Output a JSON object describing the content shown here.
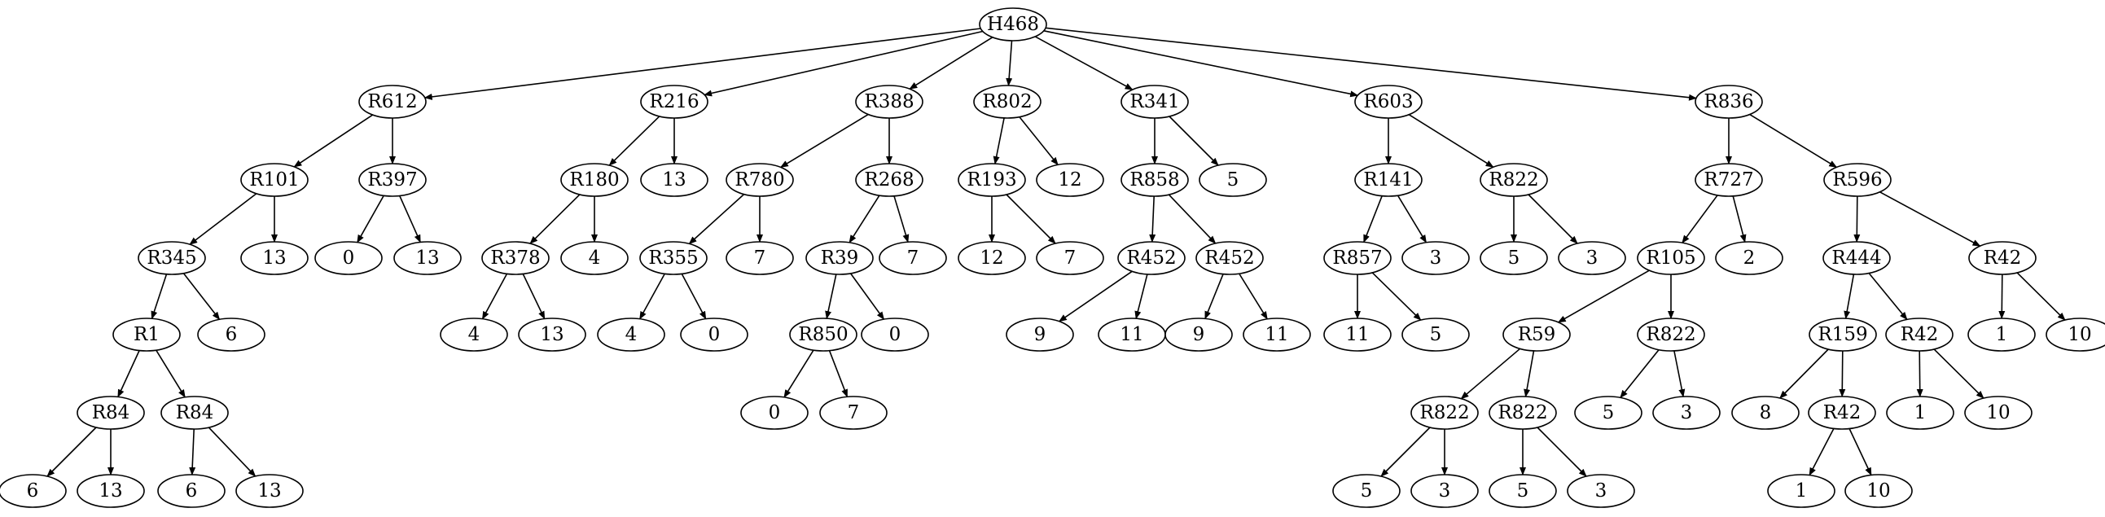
{
  "diagram": {
    "type": "tree",
    "nodes": [
      {
        "id": "n0",
        "label": "H468"
      },
      {
        "id": "n1",
        "label": "R612"
      },
      {
        "id": "n2",
        "label": "R216"
      },
      {
        "id": "n3",
        "label": "R388"
      },
      {
        "id": "n4",
        "label": "R802"
      },
      {
        "id": "n5",
        "label": "R341"
      },
      {
        "id": "n6",
        "label": "R603"
      },
      {
        "id": "n7",
        "label": "R836"
      },
      {
        "id": "n8",
        "label": "R101"
      },
      {
        "id": "n9",
        "label": "R397"
      },
      {
        "id": "n10",
        "label": "R180"
      },
      {
        "id": "n11",
        "label": "13"
      },
      {
        "id": "n12",
        "label": "R780"
      },
      {
        "id": "n13",
        "label": "R268"
      },
      {
        "id": "n14",
        "label": "R193"
      },
      {
        "id": "n15",
        "label": "12"
      },
      {
        "id": "n16",
        "label": "R858"
      },
      {
        "id": "n17",
        "label": "5"
      },
      {
        "id": "n18",
        "label": "R141"
      },
      {
        "id": "n19",
        "label": "R822"
      },
      {
        "id": "n20",
        "label": "R727"
      },
      {
        "id": "n21",
        "label": "R596"
      },
      {
        "id": "n22",
        "label": "R345"
      },
      {
        "id": "n23",
        "label": "13"
      },
      {
        "id": "n24",
        "label": "0"
      },
      {
        "id": "n25",
        "label": "13"
      },
      {
        "id": "n26",
        "label": "R378"
      },
      {
        "id": "n27",
        "label": "4"
      },
      {
        "id": "n28",
        "label": "R355"
      },
      {
        "id": "n29",
        "label": "7"
      },
      {
        "id": "n30",
        "label": "R39"
      },
      {
        "id": "n31",
        "label": "7"
      },
      {
        "id": "n32",
        "label": "12"
      },
      {
        "id": "n33",
        "label": "7"
      },
      {
        "id": "n34",
        "label": "R452"
      },
      {
        "id": "n35",
        "label": "R452"
      },
      {
        "id": "n36",
        "label": "R857"
      },
      {
        "id": "n37",
        "label": "3"
      },
      {
        "id": "n38",
        "label": "5"
      },
      {
        "id": "n39",
        "label": "3"
      },
      {
        "id": "n40",
        "label": "R105"
      },
      {
        "id": "n41",
        "label": "2"
      },
      {
        "id": "n42",
        "label": "R444"
      },
      {
        "id": "n43",
        "label": "R42"
      },
      {
        "id": "n44",
        "label": "R1"
      },
      {
        "id": "n45",
        "label": "6"
      },
      {
        "id": "n46",
        "label": "4"
      },
      {
        "id": "n47",
        "label": "13"
      },
      {
        "id": "n48",
        "label": "4"
      },
      {
        "id": "n49",
        "label": "0"
      },
      {
        "id": "n50",
        "label": "R850"
      },
      {
        "id": "n51",
        "label": "0"
      },
      {
        "id": "n52",
        "label": "9"
      },
      {
        "id": "n53",
        "label": "11"
      },
      {
        "id": "n54",
        "label": "9"
      },
      {
        "id": "n55",
        "label": "11"
      },
      {
        "id": "n56",
        "label": "11"
      },
      {
        "id": "n57",
        "label": "5"
      },
      {
        "id": "n58",
        "label": "R59"
      },
      {
        "id": "n59",
        "label": "R822"
      },
      {
        "id": "n60",
        "label": "R159"
      },
      {
        "id": "n61",
        "label": "R42"
      },
      {
        "id": "n62",
        "label": "1"
      },
      {
        "id": "n63",
        "label": "10"
      },
      {
        "id": "n64",
        "label": "R84"
      },
      {
        "id": "n65",
        "label": "R84"
      },
      {
        "id": "n66",
        "label": "0"
      },
      {
        "id": "n67",
        "label": "7"
      },
      {
        "id": "n68",
        "label": "R822"
      },
      {
        "id": "n69",
        "label": "R822"
      },
      {
        "id": "n70",
        "label": "5"
      },
      {
        "id": "n71",
        "label": "3"
      },
      {
        "id": "n72",
        "label": "8"
      },
      {
        "id": "n73",
        "label": "R42"
      },
      {
        "id": "n74",
        "label": "1"
      },
      {
        "id": "n75",
        "label": "10"
      },
      {
        "id": "n76",
        "label": "6"
      },
      {
        "id": "n77",
        "label": "13"
      },
      {
        "id": "n78",
        "label": "6"
      },
      {
        "id": "n79",
        "label": "13"
      },
      {
        "id": "n80",
        "label": "5"
      },
      {
        "id": "n81",
        "label": "3"
      },
      {
        "id": "n82",
        "label": "5"
      },
      {
        "id": "n83",
        "label": "3"
      },
      {
        "id": "n84",
        "label": "1"
      },
      {
        "id": "n85",
        "label": "10"
      }
    ],
    "edges": [
      [
        "n0",
        "n1"
      ],
      [
        "n0",
        "n2"
      ],
      [
        "n0",
        "n3"
      ],
      [
        "n0",
        "n4"
      ],
      [
        "n0",
        "n5"
      ],
      [
        "n0",
        "n6"
      ],
      [
        "n0",
        "n7"
      ],
      [
        "n1",
        "n8"
      ],
      [
        "n1",
        "n9"
      ],
      [
        "n2",
        "n10"
      ],
      [
        "n2",
        "n11"
      ],
      [
        "n3",
        "n12"
      ],
      [
        "n3",
        "n13"
      ],
      [
        "n4",
        "n14"
      ],
      [
        "n4",
        "n15"
      ],
      [
        "n5",
        "n16"
      ],
      [
        "n5",
        "n17"
      ],
      [
        "n6",
        "n18"
      ],
      [
        "n6",
        "n19"
      ],
      [
        "n7",
        "n20"
      ],
      [
        "n7",
        "n21"
      ],
      [
        "n8",
        "n22"
      ],
      [
        "n8",
        "n23"
      ],
      [
        "n9",
        "n24"
      ],
      [
        "n9",
        "n25"
      ],
      [
        "n10",
        "n26"
      ],
      [
        "n10",
        "n27"
      ],
      [
        "n12",
        "n28"
      ],
      [
        "n12",
        "n29"
      ],
      [
        "n13",
        "n30"
      ],
      [
        "n13",
        "n31"
      ],
      [
        "n14",
        "n32"
      ],
      [
        "n14",
        "n33"
      ],
      [
        "n16",
        "n34"
      ],
      [
        "n16",
        "n35"
      ],
      [
        "n18",
        "n36"
      ],
      [
        "n18",
        "n37"
      ],
      [
        "n19",
        "n38"
      ],
      [
        "n19",
        "n39"
      ],
      [
        "n20",
        "n40"
      ],
      [
        "n20",
        "n41"
      ],
      [
        "n21",
        "n42"
      ],
      [
        "n21",
        "n43"
      ],
      [
        "n22",
        "n44"
      ],
      [
        "n22",
        "n45"
      ],
      [
        "n26",
        "n46"
      ],
      [
        "n26",
        "n47"
      ],
      [
        "n28",
        "n48"
      ],
      [
        "n28",
        "n49"
      ],
      [
        "n30",
        "n50"
      ],
      [
        "n30",
        "n51"
      ],
      [
        "n34",
        "n52"
      ],
      [
        "n34",
        "n53"
      ],
      [
        "n35",
        "n54"
      ],
      [
        "n35",
        "n55"
      ],
      [
        "n36",
        "n56"
      ],
      [
        "n36",
        "n57"
      ],
      [
        "n40",
        "n58"
      ],
      [
        "n40",
        "n59"
      ],
      [
        "n42",
        "n60"
      ],
      [
        "n42",
        "n61"
      ],
      [
        "n43",
        "n62"
      ],
      [
        "n43",
        "n63"
      ],
      [
        "n44",
        "n64"
      ],
      [
        "n44",
        "n65"
      ],
      [
        "n50",
        "n66"
      ],
      [
        "n50",
        "n67"
      ],
      [
        "n58",
        "n68"
      ],
      [
        "n58",
        "n69"
      ],
      [
        "n59",
        "n70"
      ],
      [
        "n59",
        "n71"
      ],
      [
        "n60",
        "n72"
      ],
      [
        "n60",
        "n73"
      ],
      [
        "n61",
        "n74"
      ],
      [
        "n61",
        "n75"
      ],
      [
        "n64",
        "n76"
      ],
      [
        "n64",
        "n77"
      ],
      [
        "n65",
        "n78"
      ],
      [
        "n65",
        "n79"
      ],
      [
        "n68",
        "n80"
      ],
      [
        "n68",
        "n81"
      ],
      [
        "n69",
        "n82"
      ],
      [
        "n69",
        "n83"
      ],
      [
        "n73",
        "n84"
      ],
      [
        "n73",
        "n85"
      ]
    ]
  }
}
